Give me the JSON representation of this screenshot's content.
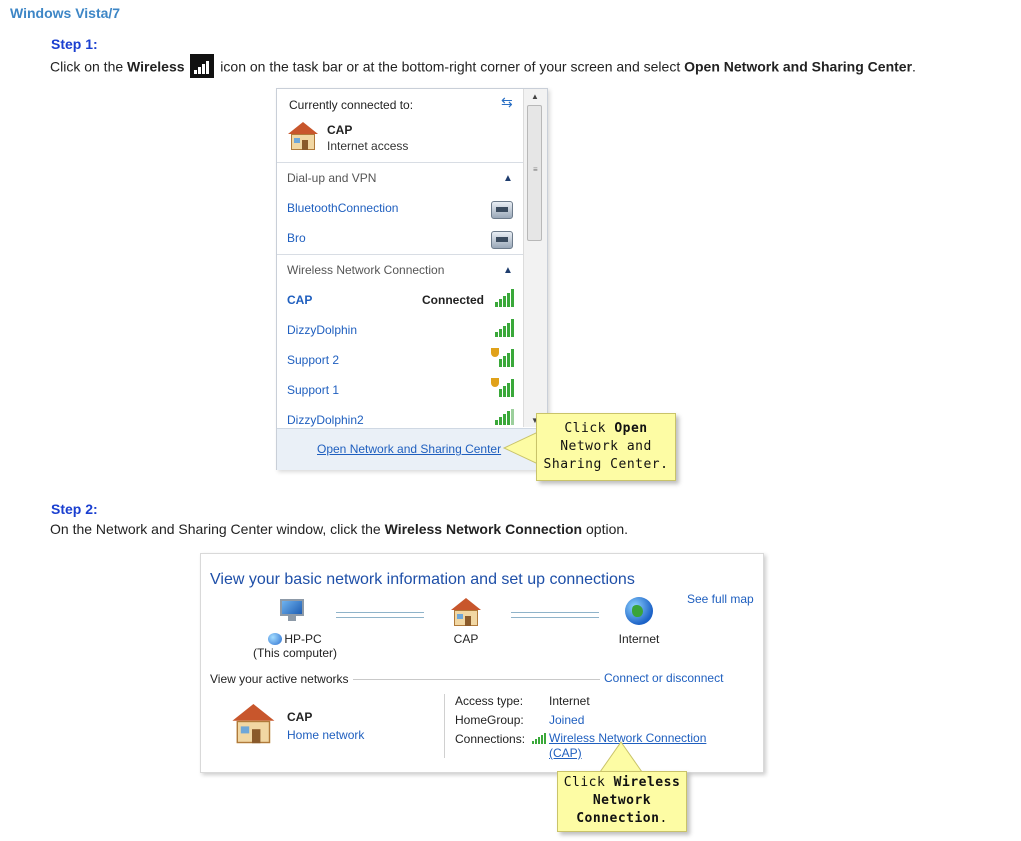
{
  "header": {
    "section_title": "Windows Vista/7"
  },
  "step1": {
    "title": "Step 1:",
    "text_1": "Click on the ",
    "bold_1": "Wireless",
    "text_2": " icon on the task bar or at the bottom-right corner of your screen and select ",
    "bold_2": "Open Network and Sharing Center",
    "text_3": "."
  },
  "popup": {
    "header": "Currently connected to:",
    "current": {
      "name": "CAP",
      "status": "Internet access"
    },
    "dialup_group": "Dial-up and VPN",
    "dialup_items": [
      "BluetoothConnection",
      "Bro"
    ],
    "wireless_group": "Wireless Network Connection",
    "wireless_items": [
      "CAP",
      "DizzyDolphin",
      "Support 2",
      "Support 1",
      "DizzyDolphin2"
    ],
    "connected_label": "Connected",
    "footer_link": "Open Network and Sharing Center"
  },
  "callout1": {
    "text_1": "Click ",
    "bold": "Open",
    "text_2": "Network and",
    "text_3": "Sharing Center."
  },
  "step2": {
    "title": "Step 2:",
    "text_1": "On the Network and Sharing Center window, click the ",
    "bold_1": "Wireless Network Connection",
    "text_2": " option."
  },
  "nsc": {
    "title": "View your basic network information and set up connections",
    "see_full_map": "See full map",
    "computer_name": "HP-PC",
    "computer_sub": "(This computer)",
    "network_name": "CAP",
    "internet_label": "Internet",
    "active_networks": "View your active networks",
    "connect_disconnect": "Connect or disconnect",
    "active_name": "CAP",
    "active_type": "Home network",
    "access_type_label": "Access type:",
    "access_type_value": "Internet",
    "homegroup_label": "HomeGroup:",
    "homegroup_value": "Joined",
    "connections_label": "Connections:",
    "connection_link_1": "Wireless Network Connection",
    "connection_link_2": "(CAP)"
  },
  "callout2": {
    "text_1": "Click ",
    "bold_1": "Wireless",
    "bold_2": "Network",
    "bold_3": "Connection",
    "text_2": "."
  },
  "colors": {
    "section_title": "#3d86c6",
    "step_title": "#1a3fd0",
    "link": "#1f5fbf",
    "callout_bg": "#fdfca4"
  },
  "icons": [
    "wireless-signal-icon",
    "refresh-icon",
    "house-icon",
    "modem-icon",
    "signal-bars-icon",
    "shield-warning-icon",
    "computer-icon",
    "globe-icon",
    "network-icon"
  ]
}
